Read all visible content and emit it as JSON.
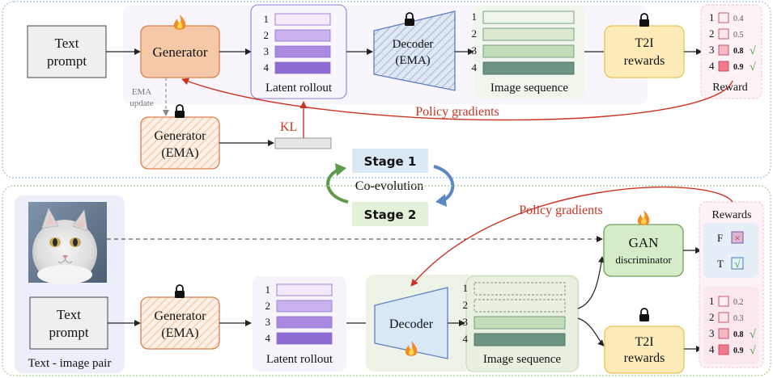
{
  "stage1": {
    "text_prompt": [
      "Text",
      "prompt"
    ],
    "generator": "Generator",
    "ema_update": [
      "EMA",
      "update"
    ],
    "generator_ema": [
      "Generator",
      "(EMA)"
    ],
    "kl": "KL",
    "latent_rollout": "Latent rollout",
    "latent_indices": [
      "1",
      "2",
      "3",
      "4"
    ],
    "decoder": [
      "Decoder",
      "(EMA)"
    ],
    "image_sequence": "Image sequence",
    "image_indices": [
      "1",
      "2",
      "3",
      "4"
    ],
    "t2i_rewards": [
      "T2I",
      "rewards"
    ],
    "reward_title": "Reward",
    "reward_rows": [
      {
        "idx": "1",
        "value": "0.4",
        "check": ""
      },
      {
        "idx": "2",
        "value": "0.5",
        "check": ""
      },
      {
        "idx": "3",
        "value": "0.8",
        "check": "√"
      },
      {
        "idx": "4",
        "value": "0.9",
        "check": "√"
      }
    ],
    "policy_gradients": "Policy gradients"
  },
  "middle": {
    "stage1_label": "Stage 1",
    "coevolution": "Co-evolution",
    "stage2_label": "Stage 2"
  },
  "stage2": {
    "text_prompt": [
      "Text",
      "prompt"
    ],
    "pair_label": "Text - image pair",
    "generator_ema": [
      "Generator",
      "(EMA)"
    ],
    "latent_rollout": "Latent rollout",
    "latent_indices": [
      "1",
      "2",
      "3",
      "4"
    ],
    "decoder": "Decoder",
    "image_sequence": "Image sequence",
    "image_indices": [
      "1",
      "2",
      "3",
      "4"
    ],
    "gan": [
      "GAN",
      "discriminator"
    ],
    "t2i_rewards": [
      "T2I",
      "rewards"
    ],
    "policy_gradients": "Policy gradients",
    "rewards_title": "Rewards",
    "gan_rows": [
      {
        "label": "F",
        "mark": "×"
      },
      {
        "label": "T",
        "mark": "√"
      }
    ],
    "reward_rows": [
      {
        "idx": "1",
        "value": "0.2",
        "check": ""
      },
      {
        "idx": "2",
        "value": "0.3",
        "check": ""
      },
      {
        "idx": "3",
        "value": "0.8",
        "check": "√"
      },
      {
        "idx": "4",
        "value": "0.9",
        "check": "√"
      }
    ]
  },
  "colors": {
    "generator_fill": "#f5c9a8",
    "generator_stroke": "#d9804a",
    "t2i_fill": "#fdecb8",
    "t2i_stroke": "#e8c35a",
    "gan_fill": "#d6ecc8",
    "gan_stroke": "#6fa05a",
    "latent_dark": "#9a78d8",
    "latent_light": "#eadcf8",
    "image_dark": "#6e9483",
    "image_light": "#e6f1df",
    "policy_arrow": "#cc3322",
    "stage_blue": "#dbe9f5",
    "stage_green": "#e2f1d8"
  }
}
